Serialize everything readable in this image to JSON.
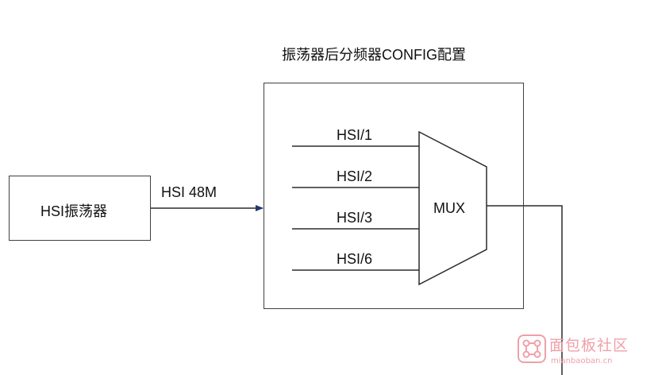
{
  "title": "振荡器后分频器CONFIG配置",
  "oscillator": {
    "label": "HSI振荡器"
  },
  "input_signal": {
    "label": "HSI 48M"
  },
  "dividers": [
    {
      "label": "HSI/1"
    },
    {
      "label": "HSI/2"
    },
    {
      "label": "HSI/3"
    },
    {
      "label": "HSI/6"
    }
  ],
  "mux": {
    "label": "MUX"
  },
  "watermark": {
    "text": "面包板社区",
    "url": "mianbaoban.cn"
  },
  "colors": {
    "line": "#2b2b2b",
    "arrow": "#1f3a6b",
    "watermark": "#f0a0a8"
  }
}
